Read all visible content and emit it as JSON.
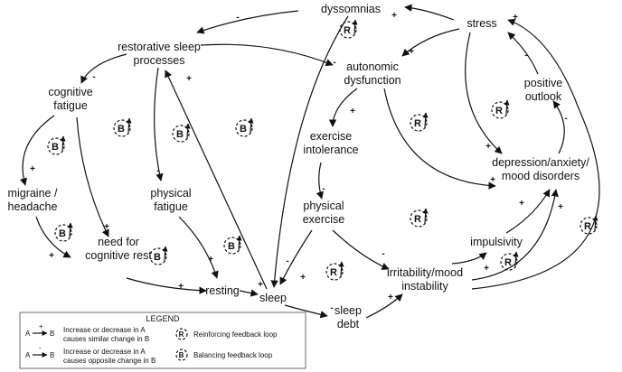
{
  "nodes": {
    "dyssomnias": "dyssomnias",
    "stress": "stress",
    "restorative": [
      "restorative sleep",
      "processes"
    ],
    "autonomic": [
      "autonomic",
      "dysfunction"
    ],
    "cognitive_fatigue": [
      "cognitive",
      "fatigue"
    ],
    "positive_outlook": [
      "positive",
      "outlook"
    ],
    "exercise_intolerance": [
      "exercise",
      "intolerance"
    ],
    "depression": [
      "depression/anxiety/",
      "mood disorders"
    ],
    "migraine": [
      "migraine /",
      "headache"
    ],
    "physical_fatigue": [
      "physical",
      "fatigue"
    ],
    "physical_exercise": [
      "physical",
      "exercise"
    ],
    "need_rest": [
      "need for",
      "cognitive rest"
    ],
    "impulsivity": "impulsivity",
    "irritability": [
      "irritability/mood",
      "instability"
    ],
    "resting": "resting",
    "sleep": "sleep",
    "sleep_debt": [
      "sleep",
      "debt"
    ]
  },
  "loop_labels": {
    "reinforcing": "R",
    "balancing": "B"
  },
  "legend": {
    "title": "LEGEND",
    "pos_example": {
      "a": "A",
      "b": "B",
      "sign": "+",
      "text": [
        "Increase or decrease in A",
        "causes similar change in B"
      ]
    },
    "neg_example": {
      "a": "A",
      "b": "B",
      "sign": "-",
      "text": [
        "Increase or decrease in A",
        "causes opposite change in B"
      ]
    },
    "reinforcing_text": "Reinforcing feedback loop",
    "balancing_text": "Balancing feedback loop"
  }
}
